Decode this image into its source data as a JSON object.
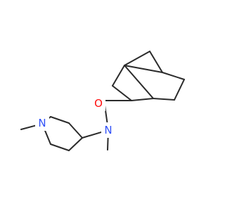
{
  "molecule": {
    "bond_color": "#2b2b2b",
    "atoms": [
      {
        "id": "o1",
        "symbol": "O",
        "color": "#ff0d0d"
      },
      {
        "id": "n_amide",
        "symbol": "N",
        "color": "#3050f8"
      },
      {
        "id": "n_ring",
        "symbol": "N",
        "color": "#3050f8"
      }
    ]
  }
}
